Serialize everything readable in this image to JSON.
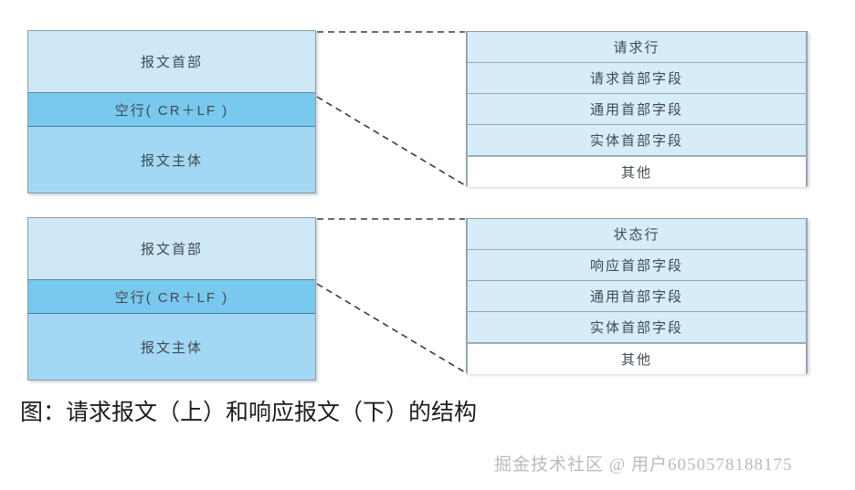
{
  "figure": {
    "caption": "图：请求报文（上）和响应报文（下）的结构",
    "watermark": "掘金技术社区 @ 用户6050578188175",
    "colors": {
      "header_fill": "#cfe8f7",
      "blank_line_fill": "#79c8ee",
      "body_fill": "#a3d8f4",
      "detail_row_fill": "#d6ecf8",
      "other_row_fill": "#ffffff",
      "border": "#8f9aa3",
      "connector": "#3a3a3a",
      "caption_color": "#1d1d1d",
      "watermark_color": "#b9bcbe"
    }
  },
  "groups": [
    {
      "id": "request",
      "message_box": {
        "segments": [
          {
            "label": "报文首部",
            "style": "header"
          },
          {
            "label": "空行( CR＋LF )",
            "style": "blank"
          },
          {
            "label": "报文主体",
            "style": "body"
          }
        ]
      },
      "detail_box": {
        "rows": [
          {
            "label": "请求行",
            "style": "filled"
          },
          {
            "label": "请求首部字段",
            "style": "filled"
          },
          {
            "label": "通用首部字段",
            "style": "filled"
          },
          {
            "label": "实体首部字段",
            "style": "filled"
          },
          {
            "label": "其他",
            "style": "plain"
          }
        ]
      }
    },
    {
      "id": "response",
      "message_box": {
        "segments": [
          {
            "label": "报文首部",
            "style": "header"
          },
          {
            "label": "空行( CR＋LF )",
            "style": "blank"
          },
          {
            "label": "报文主体",
            "style": "body"
          }
        ]
      },
      "detail_box": {
        "rows": [
          {
            "label": "状态行",
            "style": "filled"
          },
          {
            "label": "响应首部字段",
            "style": "filled"
          },
          {
            "label": "通用首部字段",
            "style": "filled"
          },
          {
            "label": "实体首部字段",
            "style": "filled"
          },
          {
            "label": "其他",
            "style": "plain"
          }
        ]
      }
    }
  ]
}
